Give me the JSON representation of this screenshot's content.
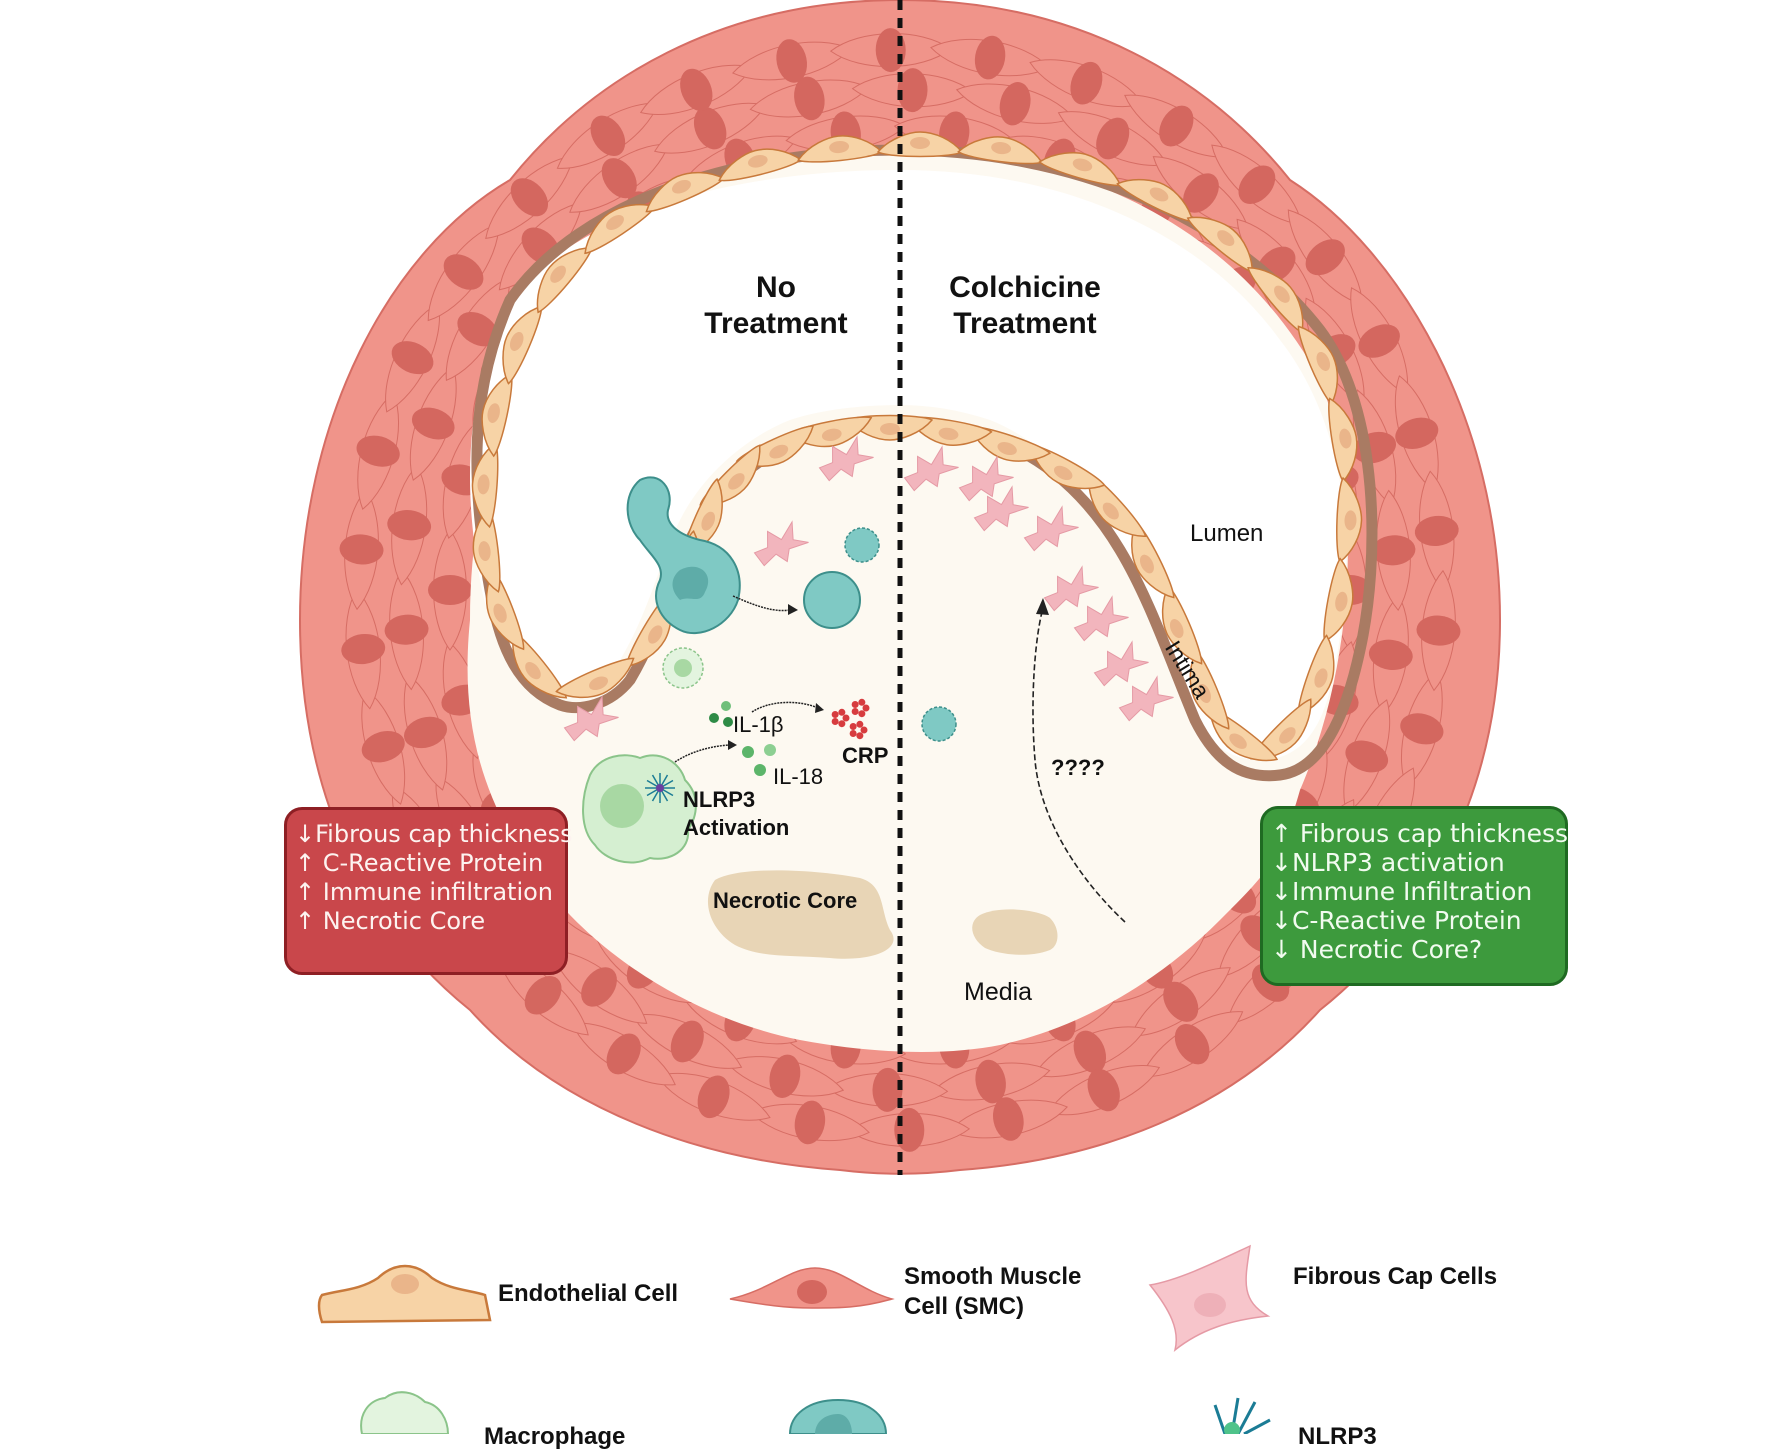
{
  "diagram": {
    "sides": {
      "left_title": [
        "No",
        "Treatment"
      ],
      "right_title": [
        "Colchicine",
        "Treatment"
      ]
    },
    "anatomy_labels": {
      "lumen": "Lumen",
      "intima": "Intima",
      "media": "Media"
    },
    "left_labels": {
      "il1b": "IL-1β",
      "il18": "IL-18",
      "crp": "CRP",
      "nlrp3": [
        "NLRP3",
        "Activation"
      ],
      "necrotic_core": "Necrotic Core"
    },
    "right_labels": {
      "unknown_mechanism": "????"
    },
    "no_treatment_effects": [
      "↓Fibrous cap thickness",
      "↑ C-Reactive Protein",
      "↑ Immune infiltration",
      "↑ Necrotic Core"
    ],
    "colchicine_effects": [
      "↑ Fibrous cap thickness",
      "↓NLRP3 activation",
      "↓Immune Infiltration",
      "↓C-Reactive Protein",
      "↓ Necrotic Core?"
    ],
    "colors": {
      "smc": "#f0948a",
      "smc_nucleus": "#d4675f",
      "endothelial": "#f7d3a6",
      "endothelial_outline": "#c8793b",
      "basement": "#a97b63",
      "plaque_bg": "#fdf9f1",
      "monocyte": "#7fc9c4",
      "macrophage": "#cfeccb",
      "necrotic": "#e8d5b6",
      "fibrous": "#f2b5bd",
      "crp": "#d73c3f",
      "no_treatment_box": "#c9474b",
      "colchicine_box": "#3d9a3d"
    }
  },
  "legend": {
    "items": [
      {
        "icon": "endothelial-cell-icon",
        "label": [
          "Endothelial Cell"
        ]
      },
      {
        "icon": "smooth-muscle-cell-icon",
        "label": [
          "Smooth Muscle",
          "Cell (SMC)"
        ]
      },
      {
        "icon": "fibrous-cap-cell-icon",
        "label": [
          "Fibrous Cap Cells"
        ]
      },
      {
        "icon": "macrophage-icon",
        "label": [
          "Macrophage"
        ]
      },
      {
        "icon": "monocyte-icon",
        "label": [
          ""
        ]
      },
      {
        "icon": "nlrp3-icon",
        "label": [
          "NLRP3"
        ]
      }
    ]
  }
}
